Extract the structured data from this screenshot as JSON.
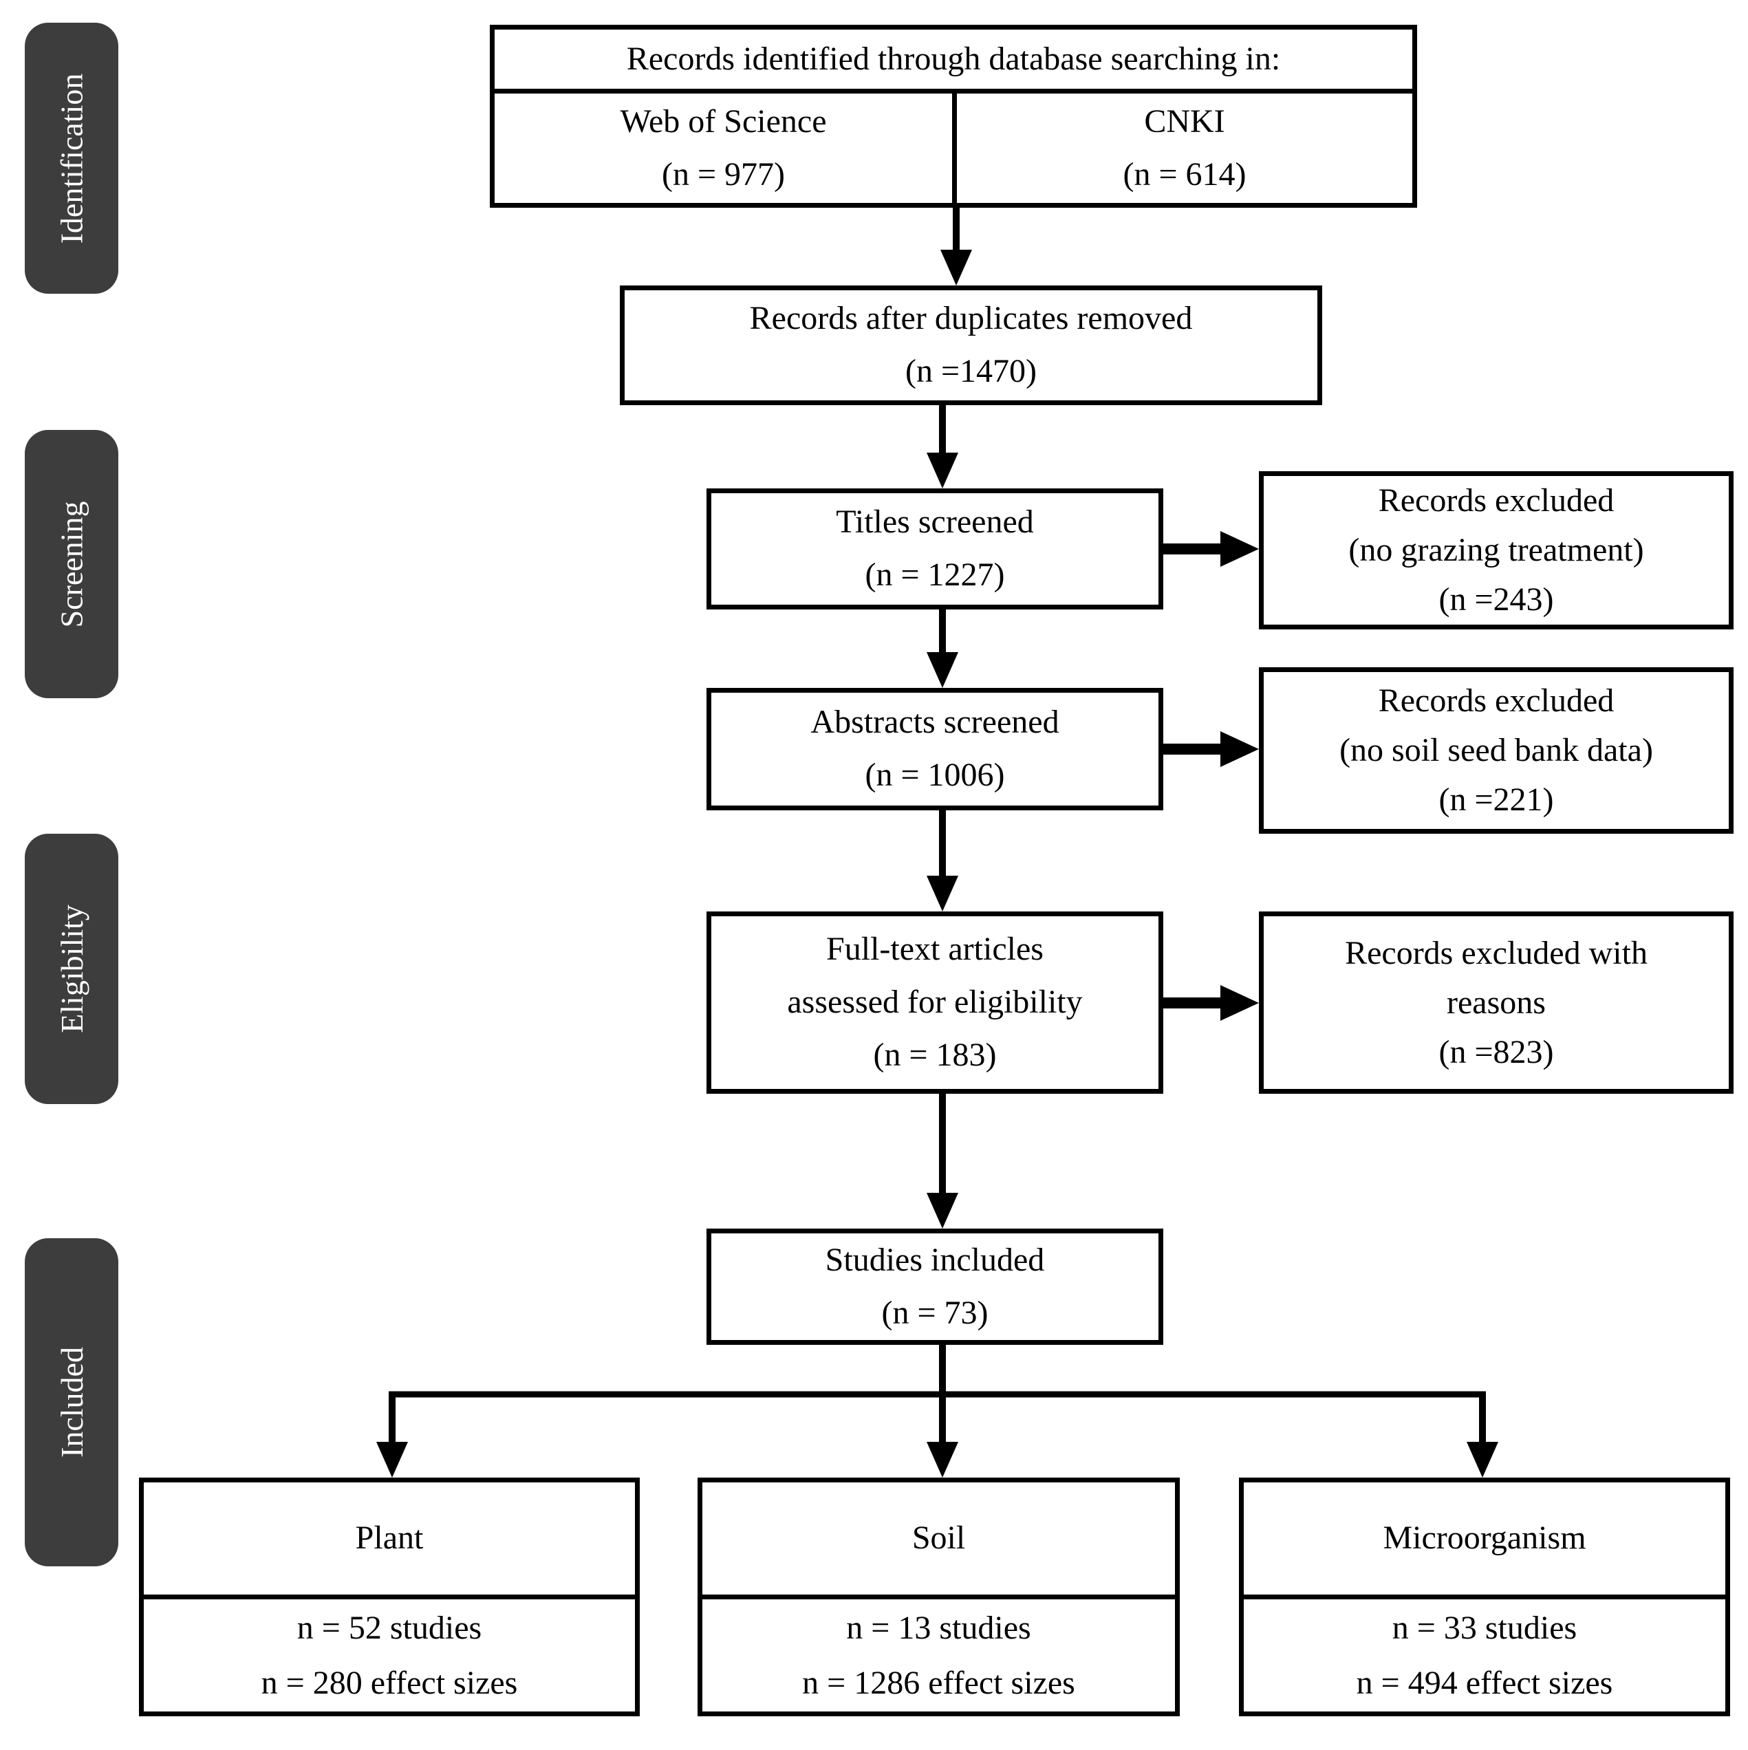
{
  "sidebar": {
    "stages": [
      {
        "label": "Identification"
      },
      {
        "label": "Screening"
      },
      {
        "label": "Eligibility"
      },
      {
        "label": "Included"
      }
    ]
  },
  "flow": {
    "identified": {
      "header": "Records identified through database searching in:",
      "sources": [
        {
          "name": "Web of Science",
          "count": "(n = 977)"
        },
        {
          "name": "CNKI",
          "count": "(n = 614)"
        }
      ]
    },
    "duplicates_removed": {
      "label": "Records after duplicates removed",
      "count": "(n =1470)"
    },
    "titles_screened": {
      "label": "Titles screened",
      "count": "(n = 1227)"
    },
    "titles_excluded": {
      "line1": "Records excluded",
      "line2": "(no grazing treatment)",
      "count": "(n =243)"
    },
    "abstracts_screened": {
      "label": "Abstracts screened",
      "count": "(n = 1006)"
    },
    "abstracts_excluded": {
      "line1": "Records excluded",
      "line2": "(no soil seed bank data)",
      "count": "(n =221)"
    },
    "fulltext_assessed": {
      "line1": "Full-text articles",
      "line2": "assessed for eligibility",
      "count": "(n = 183)"
    },
    "fulltext_excluded": {
      "line1": "Records excluded with",
      "line2": "reasons",
      "count": "(n =823)"
    },
    "studies_included": {
      "label": "Studies included",
      "count": "(n = 73)"
    },
    "outcomes": [
      {
        "title": "Plant",
        "studies": "n = 52 studies",
        "effect_sizes": "n = 280 effect sizes"
      },
      {
        "title": "Soil",
        "studies": "n = 13 studies",
        "effect_sizes": "n = 1286 effect sizes"
      },
      {
        "title": "Microorganism",
        "studies": "n = 33 studies",
        "effect_sizes": "n = 494 effect sizes"
      }
    ]
  },
  "colors": {
    "stage_background": "#3d3d3d",
    "stage_text": "#ffffff",
    "line": "#000000",
    "box_background": "#ffffff"
  }
}
